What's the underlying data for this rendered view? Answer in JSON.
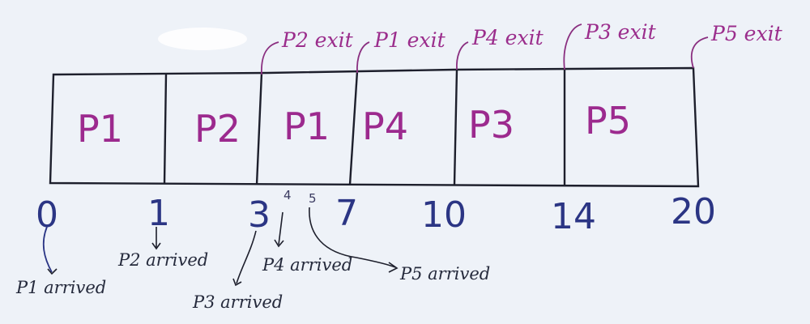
{
  "gantt": {
    "blocks": [
      {
        "label": "P1"
      },
      {
        "label": "P2"
      },
      {
        "label": "P1"
      },
      {
        "label": "P4"
      },
      {
        "label": "P3"
      },
      {
        "label": "P5"
      }
    ],
    "ticks": [
      "0",
      "1",
      "3",
      "7",
      "10",
      "14",
      "20"
    ],
    "small_ticks": [
      "4",
      "5"
    ],
    "exits": [
      {
        "label": "P2 exit"
      },
      {
        "label": "P1 exit"
      },
      {
        "label": "P4 exit"
      },
      {
        "label": "P3 exit"
      },
      {
        "label": "P5 exit"
      }
    ],
    "arrivals": [
      {
        "label": "P1 arrived"
      },
      {
        "label": "P2 arrived"
      },
      {
        "label": "P3 arrived"
      },
      {
        "label": "P4 arrived"
      },
      {
        "label": "P5 arrived"
      }
    ]
  },
  "colors": {
    "background": "#eef2f8",
    "process_text": "#9c2a8e",
    "tick_text": "#2b3584",
    "ink": "#1d1f2c"
  }
}
